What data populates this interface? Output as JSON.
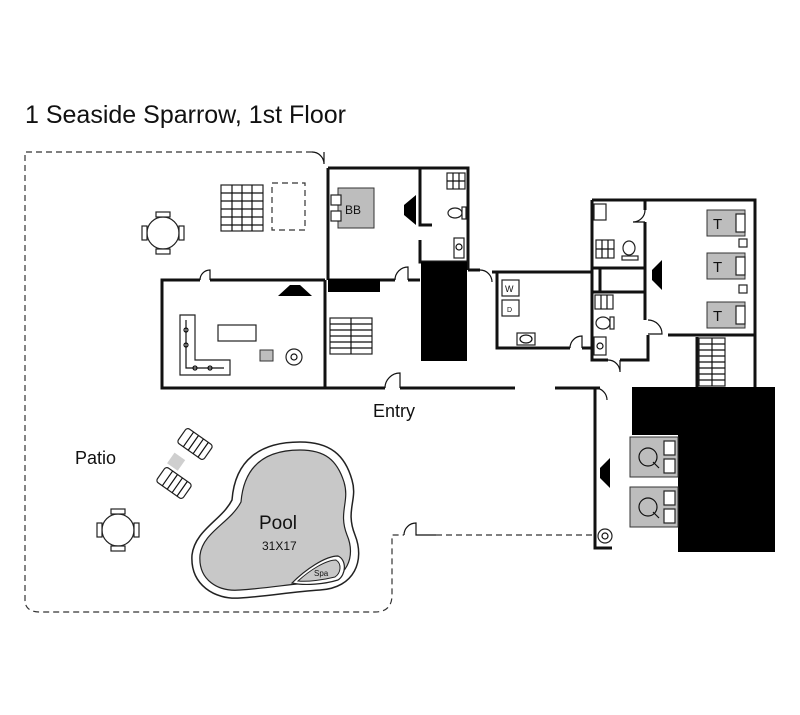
{
  "title": "1 Seaside Sparrow, 1st Floor",
  "labels": {
    "entry": "Entry",
    "patio": "Patio",
    "pool": "Pool",
    "pool_size": "31X17",
    "spa": "Spa",
    "bed_bb": "BB",
    "bed_t1": "T",
    "bed_t2": "T",
    "bed_t3": "T",
    "washer": "W",
    "dryer": "D"
  }
}
